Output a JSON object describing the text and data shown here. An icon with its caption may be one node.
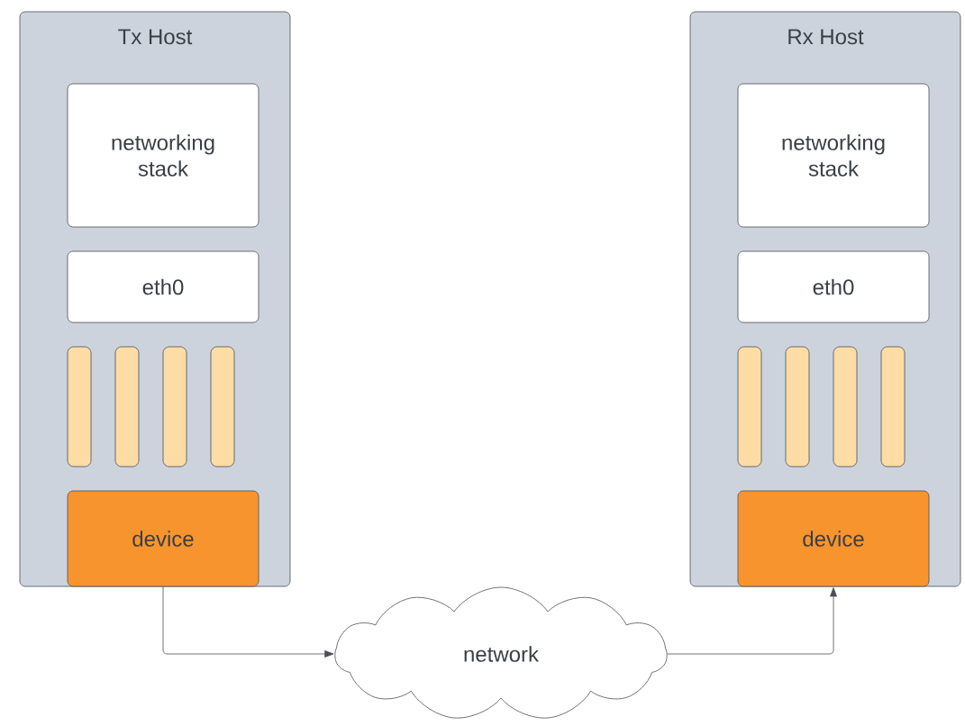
{
  "diagram": {
    "nodes": [
      {
        "text": [
          "Tx Host"
        ]
      },
      {
        "text": [
          "networking stack"
        ],
        "in": 0
      },
      {
        "text": [
          "eth0"
        ],
        "in": 0
      },
      {
        "text": [],
        "shape": "bar",
        "in": 0
      },
      {
        "text": [],
        "shape": "bar",
        "in": 0
      },
      {
        "text": [],
        "shape": "bar",
        "in": 0
      },
      {
        "text": [],
        "shape": "bar",
        "in": 0
      },
      {
        "text": [
          "device"
        ],
        "in": 0
      },
      {
        "text": [
          "Rx Host"
        ]
      },
      {
        "text": [
          "networking stack"
        ],
        "in": 8
      },
      {
        "text": [
          "eth0"
        ],
        "in": 8
      },
      {
        "text": [],
        "shape": "bar",
        "in": 8
      },
      {
        "text": [],
        "shape": "bar",
        "in": 8
      },
      {
        "text": [],
        "shape": "bar",
        "in": 8
      },
      {
        "text": [],
        "shape": "bar",
        "in": 8
      },
      {
        "text": [
          "device"
        ],
        "in": 8
      },
      {
        "text": [
          "network"
        ]
      }
    ],
    "edges": [
      {
        "from": 7,
        "to": 16,
        "arrow": "to"
      },
      {
        "from": 16,
        "to": 15,
        "arrow": "to"
      }
    ]
  }
}
